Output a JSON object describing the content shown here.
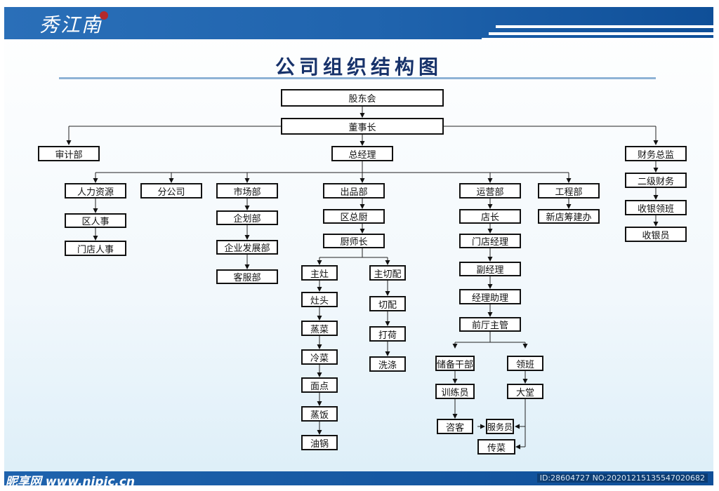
{
  "brand": {
    "logo_text": "秀江南"
  },
  "title": "公司组织结构图",
  "nodes": {
    "gudonghui": "股东会",
    "dongshizhang": "董事长",
    "shenjibu": "审计部",
    "zongjingli": "总经理",
    "caiwuzongjian": "财务总监",
    "erjicaiwu": "二级财务",
    "shouyinlingban": "收银领班",
    "shouyinyuan": "收银员",
    "renliziyuan": "人力资源",
    "qurenshi": "区人事",
    "mendianrenshi": "门店人事",
    "fengongsi": "分公司",
    "shichangbu": "市场部",
    "qihuabu": "企划部",
    "qiyefazhanbu": "企业发展部",
    "kefubu": "客服部",
    "chupinbu": "出品部",
    "quzongchu": "区总厨",
    "chushizhang": "厨师长",
    "zhuzao": "主灶",
    "zaotou": "灶头",
    "zhengcai": "蒸菜",
    "lengcai": "冷菜",
    "miandian": "面点",
    "zhengfan": "蒸饭",
    "youguo": "油锅",
    "zhuqiepei": "主切配",
    "qiepei": "切配",
    "dahe": "打荷",
    "xidi": "洗涤",
    "yunyingbu": "运营部",
    "dianzhang": "店长",
    "mendianjingli": "门店经理",
    "fujingli": "副经理",
    "jinglizhuli": "经理助理",
    "qiantingzhuguan": "前厅主管",
    "chubeiganbu": "储备干部",
    "xunlianyuan": "训练员",
    "zike": "咨客",
    "fuwuyuan": "服务员",
    "lingban": "领班",
    "datang": "大堂",
    "chuancai": "传菜",
    "gongchengbu": "工程部",
    "xindianchoujianban": "新店筹建办"
  },
  "footer": {
    "watermark": "昵享网 www.nipic.cn",
    "image_id": "ID:28604727 NO:20201215135547020682"
  },
  "colors": {
    "header": "#1f63ad",
    "title": "#17326a"
  }
}
